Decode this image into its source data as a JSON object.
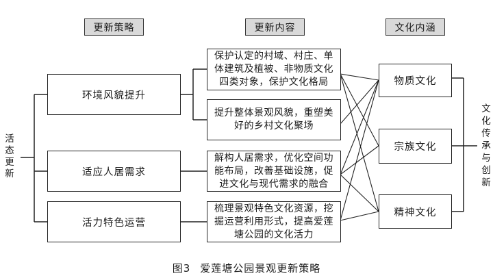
{
  "headers": {
    "strategy": "更新策略",
    "content": "更新内容",
    "culture": "文化内涵"
  },
  "left_label": "活态更新",
  "right_label": "文化传承与创新",
  "strategies": [
    {
      "id": "s1",
      "label": "环境风貌提升"
    },
    {
      "id": "s2",
      "label": "适应人居需求"
    },
    {
      "id": "s3",
      "label": "活力特色运营"
    }
  ],
  "contents": [
    {
      "id": "c1",
      "strategy": "s1",
      "label": "保护认定的村域、村庄、单体建筑及植被、非物质文化四类对象，保护文化格局"
    },
    {
      "id": "c2",
      "strategy": "s1",
      "label": "提升整体景观风貌，重塑美好的乡村文化聚场"
    },
    {
      "id": "c3",
      "strategy": "s2",
      "label": "解构人居需求，优化空间功能布局，改善基础设施，促进文化与现代需求的融合"
    },
    {
      "id": "c4",
      "strategy": "s3",
      "label": "梳理景观特色文化资源，挖掘运营利用形式，提高爱莲塘公园的文化活力"
    }
  ],
  "cultures": [
    {
      "id": "m1",
      "label": "物质文化"
    },
    {
      "id": "m2",
      "label": "宗族文化"
    },
    {
      "id": "m3",
      "label": "精神文化"
    }
  ],
  "links": [
    {
      "from": "c1",
      "to": "m1"
    },
    {
      "from": "c1",
      "to": "m2"
    },
    {
      "from": "c1",
      "to": "m3"
    },
    {
      "from": "c2",
      "to": "m1"
    },
    {
      "from": "c3",
      "to": "m1"
    },
    {
      "from": "c3",
      "to": "m2"
    },
    {
      "from": "c3",
      "to": "m3"
    },
    {
      "from": "c4",
      "to": "m1"
    },
    {
      "from": "c4",
      "to": "m3"
    }
  ],
  "caption": {
    "figure_number": "图3",
    "title": "爱莲塘公园景观更新策略"
  }
}
